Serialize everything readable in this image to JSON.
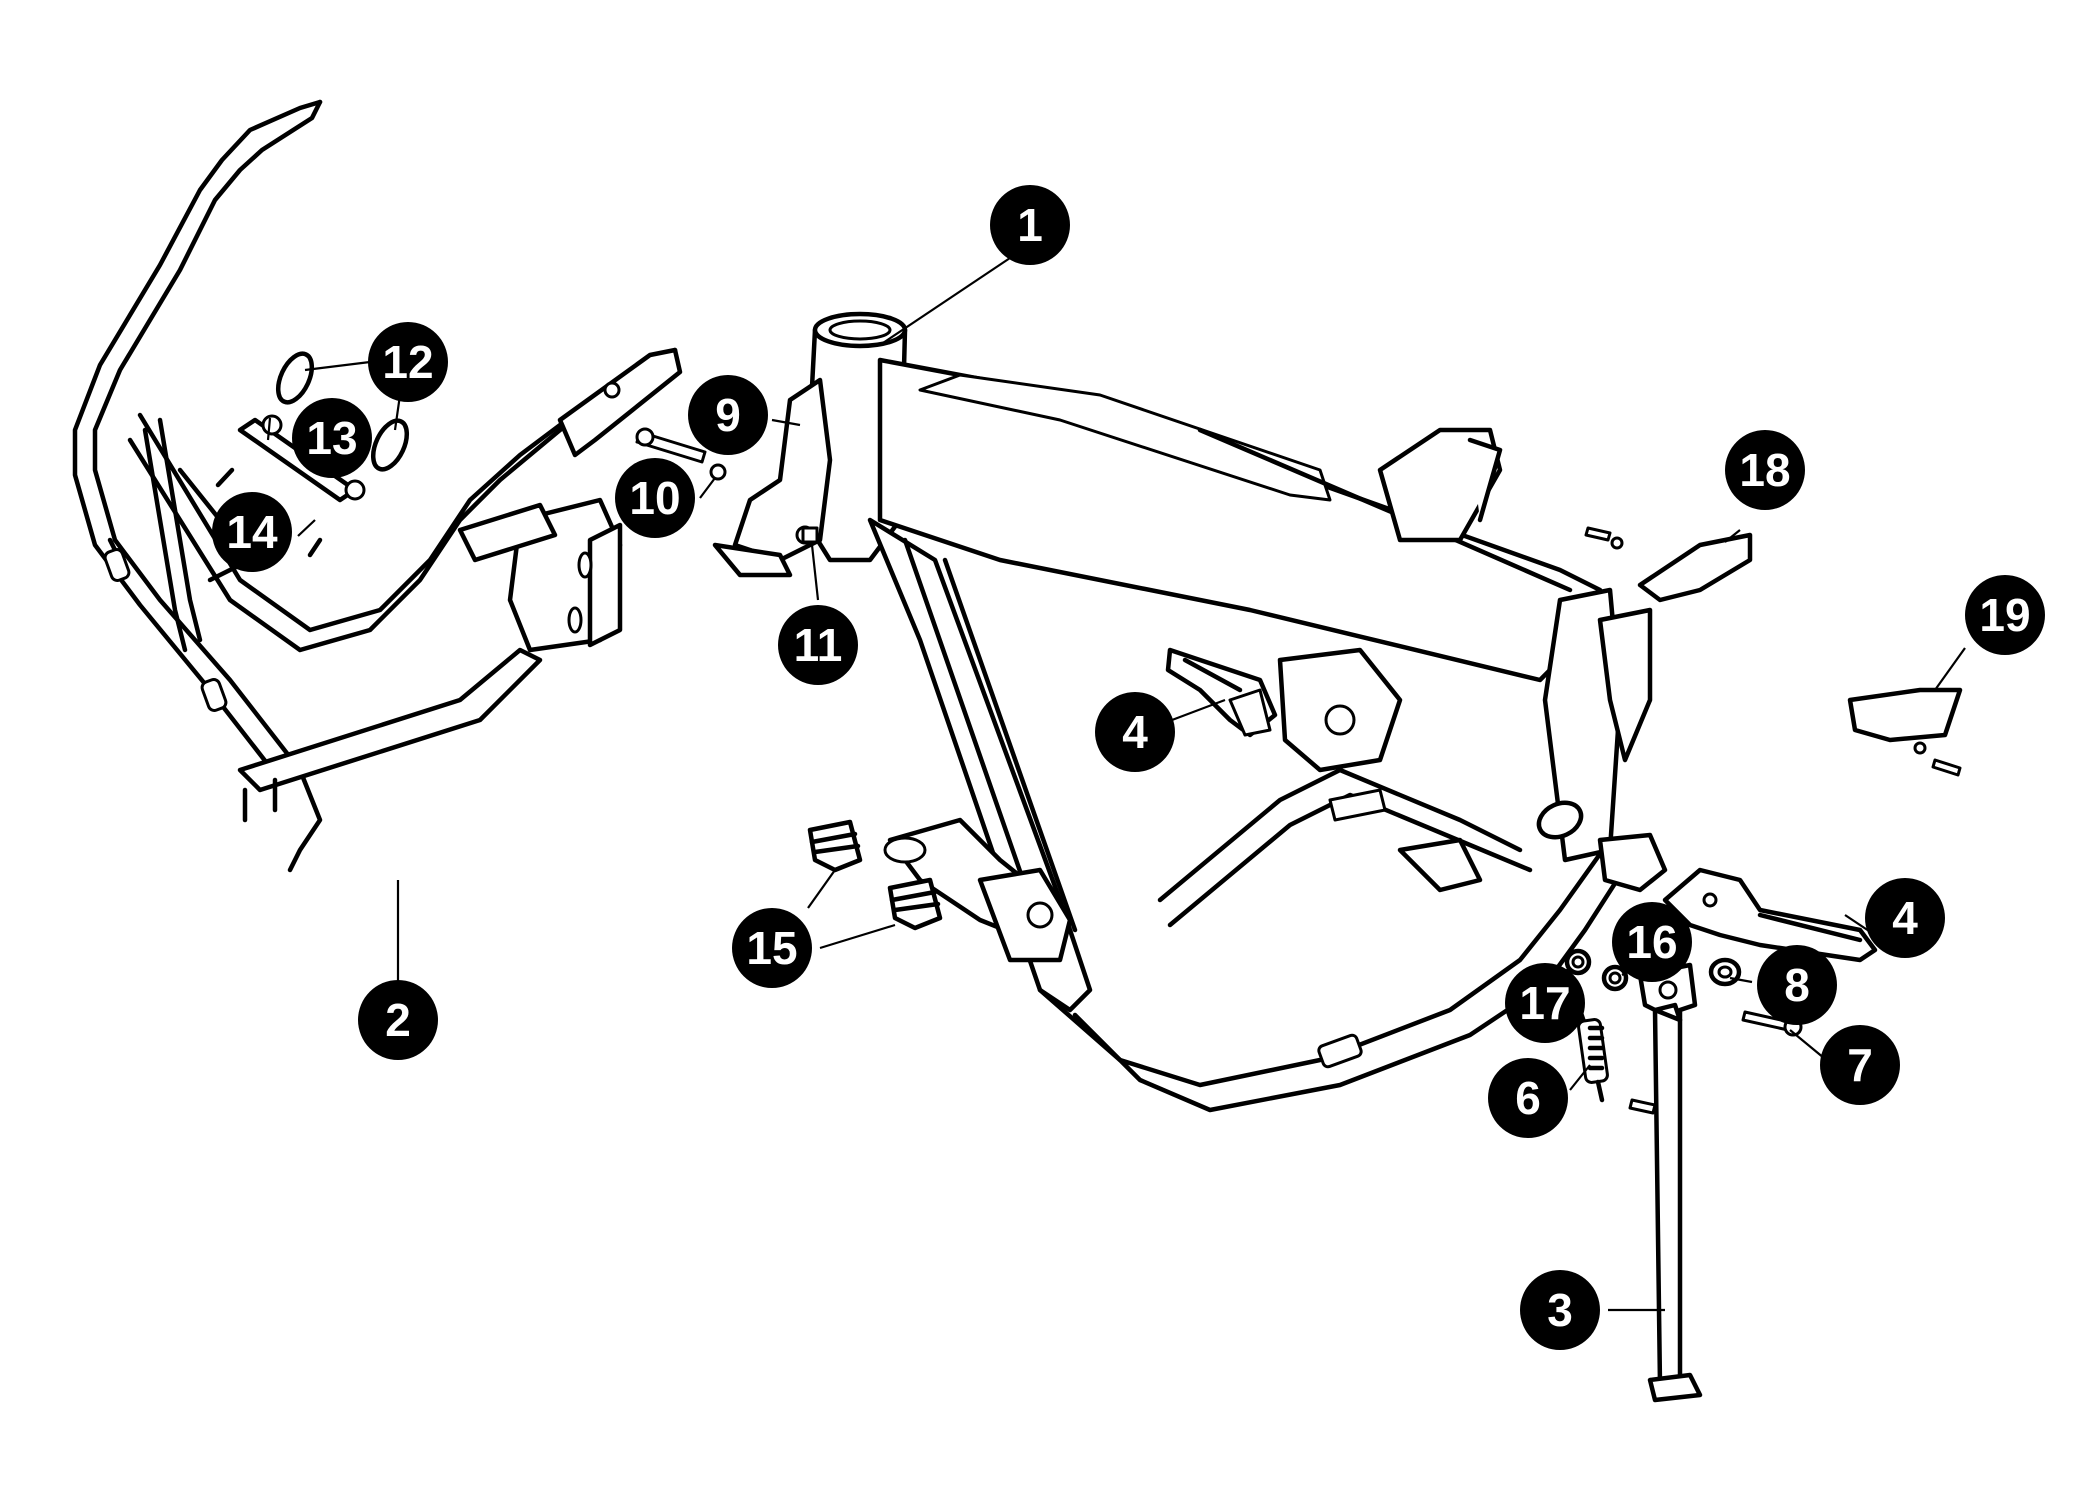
{
  "colors": {
    "line": "#000000",
    "background": "#ffffff",
    "callout_fill": "#000000",
    "callout_text": "#ffffff"
  },
  "callouts": {
    "c1": "1",
    "c2": "2",
    "c3": "3",
    "c4a": "4",
    "c4b": "4",
    "c6": "6",
    "c7": "7",
    "c8": "8",
    "c9": "9",
    "c10": "10",
    "c11": "11",
    "c12": "12",
    "c13": "13",
    "c14": "14",
    "c15": "15",
    "c16": "16",
    "c17": "17",
    "c18": "18",
    "c19": "19"
  }
}
